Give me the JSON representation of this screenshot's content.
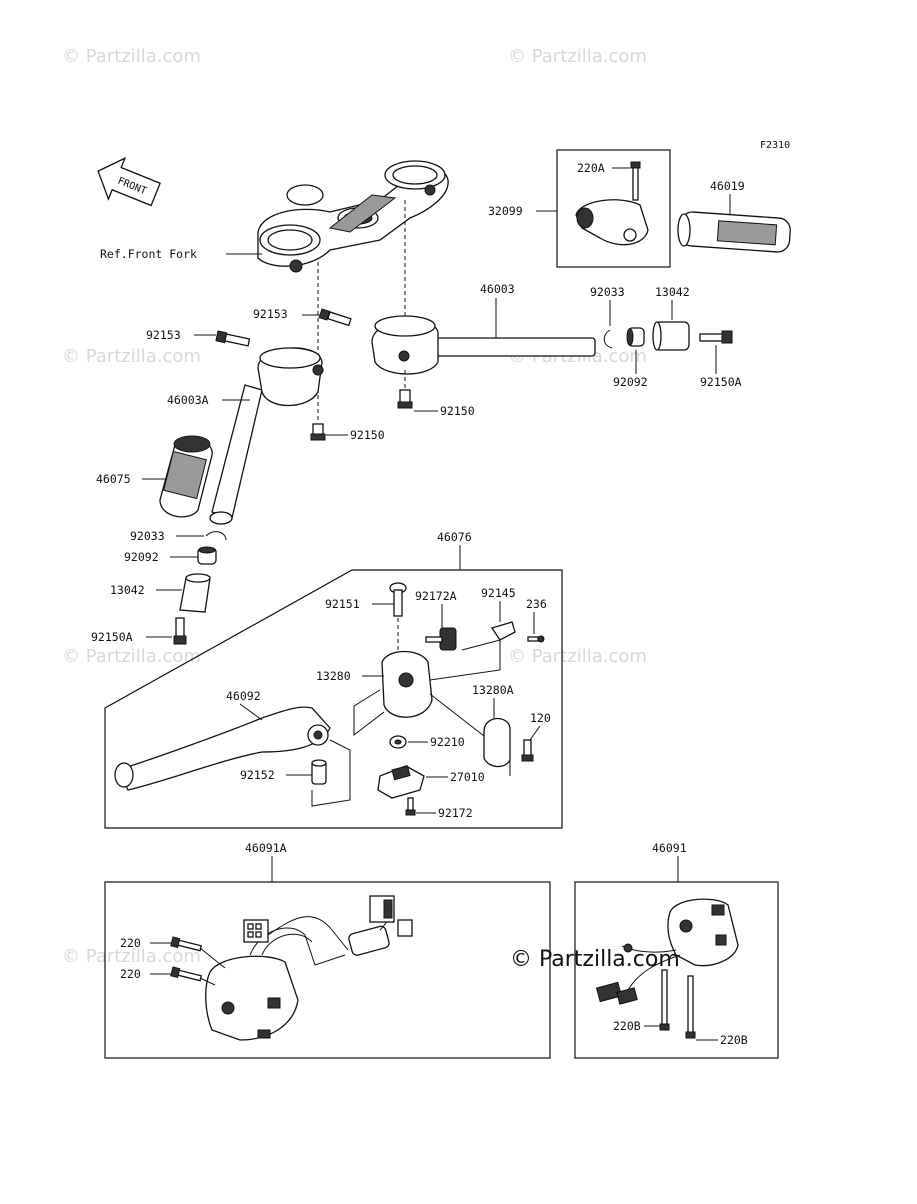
{
  "figure_code": "F2310",
  "front_label": "FRONT",
  "ref_label": "Ref.Front Fork",
  "watermark": "© Partzilla.com",
  "parts": {
    "p32099": "32099",
    "p220A": "220A",
    "p46019": "46019",
    "p46003": "46003",
    "p92033_r": "92033",
    "p13042_r": "13042",
    "p92092_r": "92092",
    "p92150A_r": "92150A",
    "p92153_c": "92153",
    "p92153_l": "92153",
    "p92150_c": "92150",
    "p92150_l": "92150",
    "p46003A": "46003A",
    "p46075": "46075",
    "p92033_l": "92033",
    "p92092_l": "92092",
    "p13042_l": "13042",
    "p92150A_l": "92150A",
    "p46076": "46076",
    "p92151": "92151",
    "p92172A": "92172A",
    "p92145": "92145",
    "p236": "236",
    "p13280": "13280",
    "p13280A": "13280A",
    "p46092": "46092",
    "p120": "120",
    "p92210": "92210",
    "p92152": "92152",
    "p27010": "27010",
    "p92172": "92172",
    "p46091A": "46091A",
    "p220_a": "220",
    "p220_b": "220",
    "p46091": "46091",
    "p220B_a": "220B",
    "p220B_b": "220B"
  }
}
